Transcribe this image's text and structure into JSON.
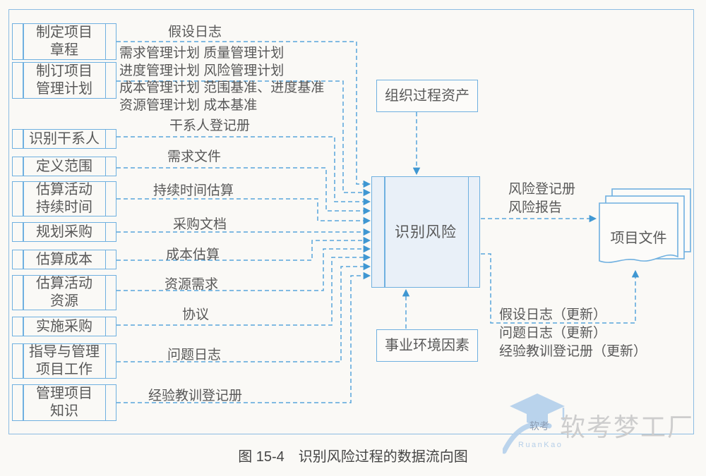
{
  "caption": "图 15-4　识别风险过程的数据流向图",
  "sources": [
    {
      "label": [
        "制定项目",
        "章程"
      ]
    },
    {
      "label": [
        "制订项目",
        "管理计划"
      ]
    },
    {
      "label": "识别干系人"
    },
    {
      "label": "定义范围"
    },
    {
      "label": [
        "估算活动",
        "持续时间"
      ]
    },
    {
      "label": "规划采购"
    },
    {
      "label": "估算成本"
    },
    {
      "label": [
        "估算活动",
        "资源"
      ]
    },
    {
      "label": "实施采购"
    },
    {
      "label": [
        "指导与管理",
        "项目工作"
      ]
    },
    {
      "label": [
        "管理项目",
        "知识"
      ]
    }
  ],
  "flows": {
    "assumption_log": "假设日志",
    "mgmt_plans": [
      "需求管理计划 质量管理计划",
      "进度管理计划 风险管理计划",
      "成本管理计划 范围基准、进度基准",
      "资源管理计划 成本基准"
    ],
    "stakeholder_register": "干系人登记册",
    "requirements_doc": "需求文件",
    "duration_estimates": "持续时间估算",
    "procurement_docs": "采购文档",
    "cost_estimates": "成本估算",
    "resource_requirements": "资源需求",
    "agreements": "协议",
    "issue_log": "问题日志",
    "lessons_register": "经验教训登记册"
  },
  "center": {
    "label": "识别风险"
  },
  "externals": {
    "opa": "组织过程资产",
    "eef": "事业环境因素"
  },
  "outputs": {
    "register_report": [
      "风险登记册",
      "风险报告"
    ],
    "updates": [
      "假设日志（更新）",
      "问题日志（更新）",
      "经验教训登记册（更新）"
    ],
    "project_docs": "项目文件"
  },
  "watermark": {
    "brand": "软考梦工厂",
    "logo_text": "软考",
    "logo_subtext": "RuanKao"
  },
  "colors": {
    "line_blue": "#58a6db",
    "border_blue": "#6fb0e0",
    "fill_blue": "#e9f0f8",
    "text_gray": "#585858"
  }
}
